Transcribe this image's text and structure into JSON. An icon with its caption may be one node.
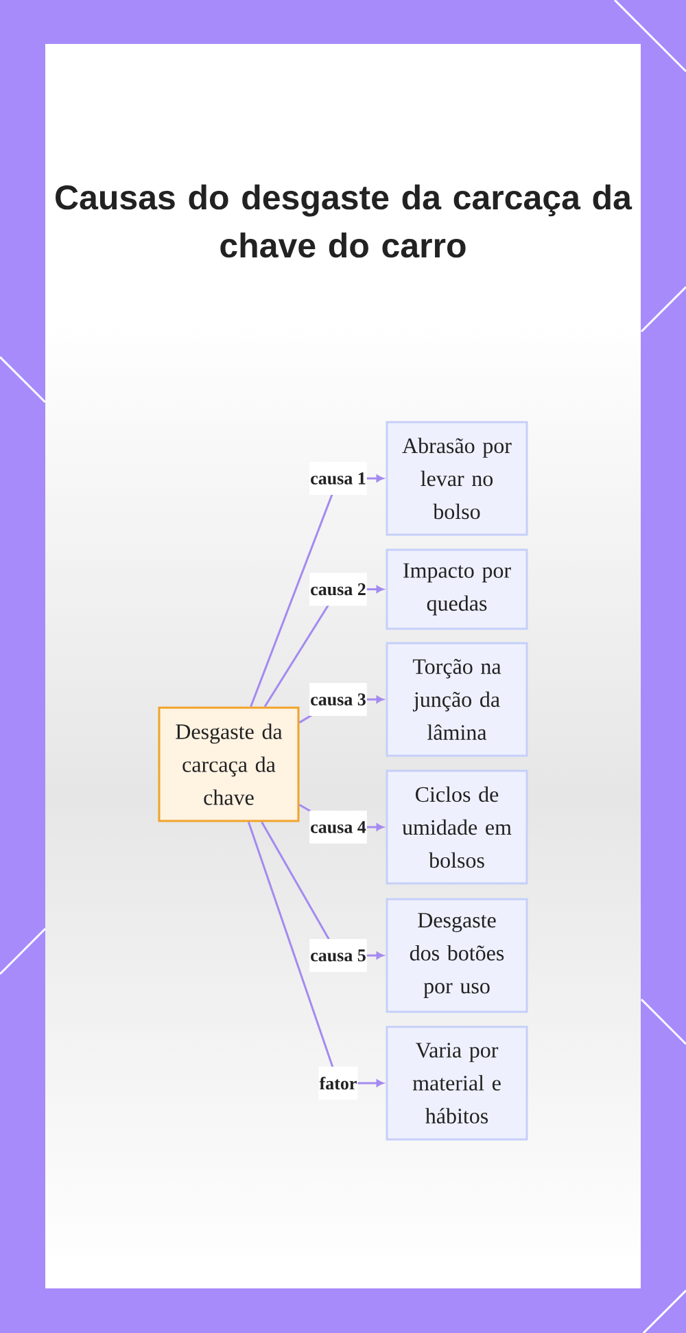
{
  "diagram": {
    "title": "Causas do desgaste da carcaça da chave do carro",
    "nodes": [
      {
        "text": [
          "Desgaste da carcaça da chave"
        ]
      },
      {
        "text": [
          "Abrasão por levar no bolso"
        ]
      },
      {
        "text": [
          "Impacto por quedas"
        ]
      },
      {
        "text": [
          "Torção na junção da lâmina"
        ]
      },
      {
        "text": [
          "Ciclos de umidade em bolsos"
        ]
      },
      {
        "text": [
          "Desgaste dos botões por uso"
        ]
      },
      {
        "text": [
          "Varia por material e hábitos"
        ]
      }
    ],
    "edges": [
      {
        "from": 0,
        "to": 1,
        "arrow": "to",
        "label": "causa 1"
      },
      {
        "from": 0,
        "to": 2,
        "arrow": "to",
        "label": "causa 2"
      },
      {
        "from": 0,
        "to": 3,
        "arrow": "to",
        "label": "causa 3"
      },
      {
        "from": 0,
        "to": 4,
        "arrow": "to",
        "label": "causa 4"
      },
      {
        "from": 0,
        "to": 5,
        "arrow": "to",
        "label": "causa 5"
      },
      {
        "from": 0,
        "to": 6,
        "arrow": "to",
        "label": "fator"
      }
    ]
  }
}
